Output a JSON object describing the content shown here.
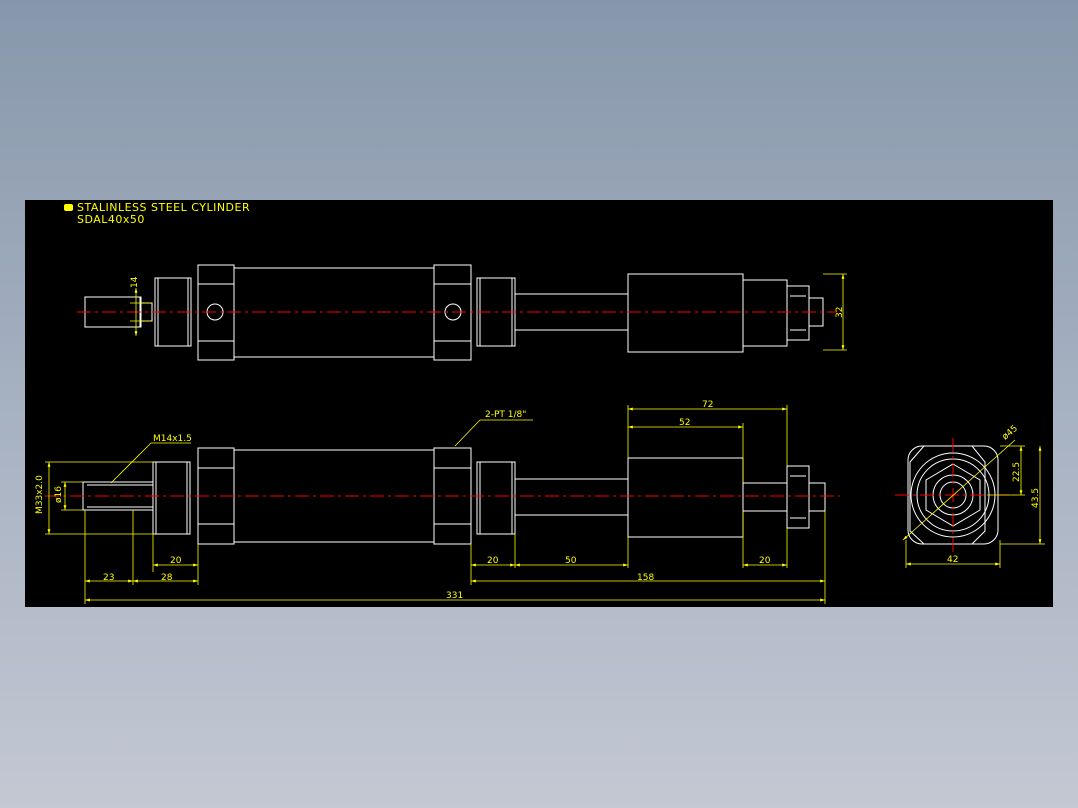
{
  "title": "STALINLESS STEEL CYLINDER",
  "model": "SDAL40x50",
  "dimensions": {
    "d14": "14",
    "d32": "32",
    "port": "2-PT 1/8\"",
    "thread_rod": "M14x1.5",
    "thread_body": "M33x2.0",
    "dia16": "ø16",
    "d72": "72",
    "d52": "52",
    "d20a": "20",
    "d20b": "20",
    "d50": "50",
    "d20c": "20",
    "d23": "23",
    "d28": "28",
    "d158": "158",
    "d331": "331",
    "dia45": "ø45",
    "d22_5": "22.5",
    "d43_5": "43.5",
    "d42": "42"
  },
  "colors": {
    "sheet": "#000000",
    "outline": "#ffffff",
    "dimension": "#ffff00",
    "centerline": "#ff0000"
  }
}
